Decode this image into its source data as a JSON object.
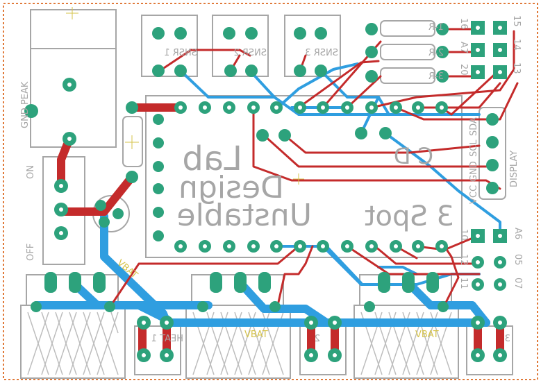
{
  "board": {
    "silkscreen_text": {
      "line1": "Lab",
      "line2": "Design",
      "line3": "Unstable",
      "line4": "3 Spot",
      "cd": "C  D",
      "on": "ON",
      "off": "OFF",
      "display": "DISPLAY",
      "heat1": "HEAT 1",
      "heat2": "2",
      "heat3": "3",
      "vbat": "VBAT",
      "snsr1": "SNSR 1",
      "snsr2": "SNSR 2",
      "snsr3": "SNSR 3",
      "r1": "1-R",
      "r2": "2-R",
      "r3": "3-R",
      "gnd_peak": "GND PEAK"
    },
    "pin_labels": {
      "p16": "16",
      "p15": "15",
      "pA7": "A7",
      "p14": "14",
      "p20": "20",
      "p13": "13",
      "p10": "10",
      "pA6": "A6",
      "p12": "12",
      "p05": "05",
      "p11": "11",
      "p07": "07",
      "sda": "SDA",
      "scl": "SCL",
      "gnd": "GND",
      "vcc": "VCC"
    },
    "colors": {
      "top_copper": "#c42b2b",
      "bottom_copper": "#2f9ee0",
      "pad": "#2da27c",
      "silkscreen": "#a6a6a6",
      "outline": "#e07a3a",
      "label_yellow": "#d6c34a"
    }
  }
}
